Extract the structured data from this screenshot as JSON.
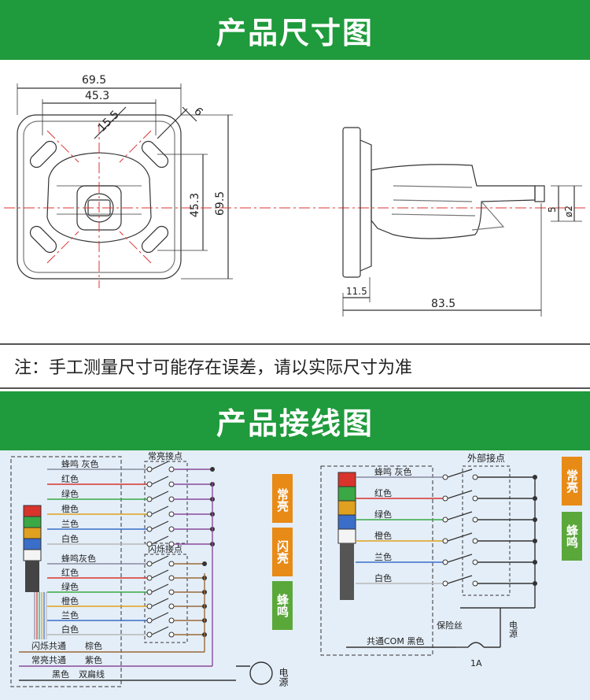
{
  "banners": {
    "dimensions_title": "产品尺寸图",
    "wiring_title": "产品接线图"
  },
  "dimensions": {
    "front": {
      "width_outer": "69.5",
      "width_inner": "45.3",
      "height_inner": "45.3",
      "height_outer": "69.5",
      "slot_pitch": "15.5",
      "hole": "6"
    },
    "side": {
      "base_thickness": "11.5",
      "length": "83.5",
      "arm_dim_a": "5",
      "arm_dim_b": "ø2"
    }
  },
  "note": "注：手工测量尺寸可能存在误差，请以实际尺寸为准",
  "wiring_left": {
    "group_steady": "常亮接点",
    "group_flash": "闪烁接点",
    "steady_wires": [
      "蜂鸣 灰色",
      "红色",
      "绿色",
      "橙色",
      "兰色",
      "白色"
    ],
    "flash_wires": [
      "蜂鸣灰色",
      "红色",
      "绿色",
      "橙色",
      "兰色",
      "白色"
    ],
    "common_flash": "闪烁共通",
    "common_flash_color": "棕色",
    "common_steady": "常亮共通",
    "common_steady_color": "紫色",
    "black": "黑色",
    "black_wire": "双扁线",
    "power": "电源"
  },
  "wiring_right": {
    "group_ext": "外部接点",
    "wires": [
      "蜂鸣 灰色",
      "红色",
      "绿色",
      "橙色",
      "兰色",
      "白色"
    ],
    "fuse": "保险丝",
    "common": "共通COM 黑色",
    "power": "电源",
    "fuse_rating": "1A"
  },
  "tags": {
    "steady": "常亮",
    "flash": "闪亮",
    "buzzer": "蜂鸣"
  },
  "colors": {
    "banner": "#1f9a3c",
    "tag_orange": "#e88a16",
    "tag_green": "#5aa83a",
    "wire_gray": "#8a8aa0",
    "wire_red": "#d8342c",
    "wire_green": "#3aa844",
    "wire_orange": "#e0a020",
    "wire_blue": "#3a6ec8",
    "wire_white": "#b8b8b8",
    "wire_brown": "#9a6a3a",
    "wire_purple": "#8a4a9a"
  }
}
